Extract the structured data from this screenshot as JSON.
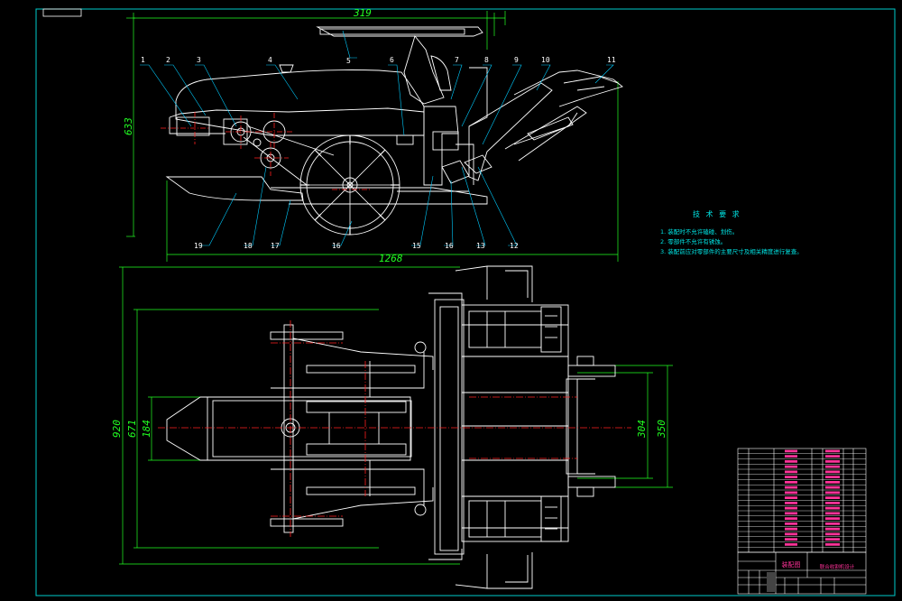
{
  "colors": {
    "background": "#000000",
    "frame": "#00cccc",
    "outline": "#ffffff",
    "centerline": "#ff2020",
    "dimension": "#22ff22",
    "leader": "#00ccff",
    "notes": "#00e5e5",
    "titleblock_text": "#ff3399"
  },
  "dimensions": {
    "top_width": "319",
    "side_height": "633",
    "side_length": "1268",
    "overall_width": "920",
    "inner_width": "671",
    "track_width": "184",
    "cutter_gap": "304",
    "cutter_span": "350"
  },
  "part_labels": [
    "1",
    "2",
    "3",
    "4",
    "5",
    "6",
    "7",
    "8",
    "9",
    "10",
    "11",
    "12",
    "13",
    "16",
    "15",
    "16",
    "17",
    "18",
    "19"
  ],
  "tech_requirements": {
    "title": "技 术 要 求",
    "items": [
      "1. 装配时不允许磕碰、划伤。",
      "2. 零部件不允许有锈蚀。",
      "3. 装配前应对零部件的主要尺寸及相关精度进行复查。"
    ]
  },
  "title_block": {
    "drawing_name": "装配图",
    "product_name": "联合收割机设计"
  }
}
